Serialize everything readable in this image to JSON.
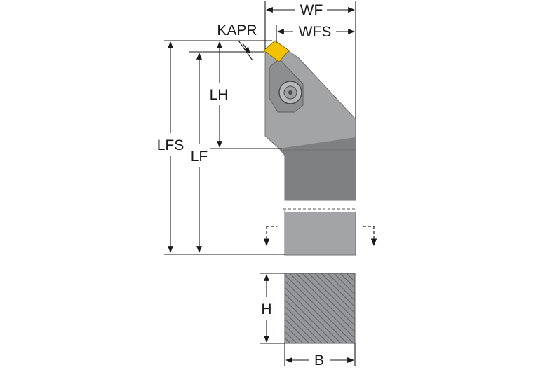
{
  "labels": {
    "wf": "WF",
    "wfs": "WFS",
    "kapr": "KAPR",
    "lh": "LH",
    "lfs": "LFS",
    "lf": "LF",
    "h": "H",
    "b": "B"
  },
  "colors": {
    "tool_body": "#a3a4a6",
    "tool_body_dark": "#7f8082",
    "insert": "#f2c200",
    "section_face": "#96979a",
    "line": "#1a1a1a"
  }
}
